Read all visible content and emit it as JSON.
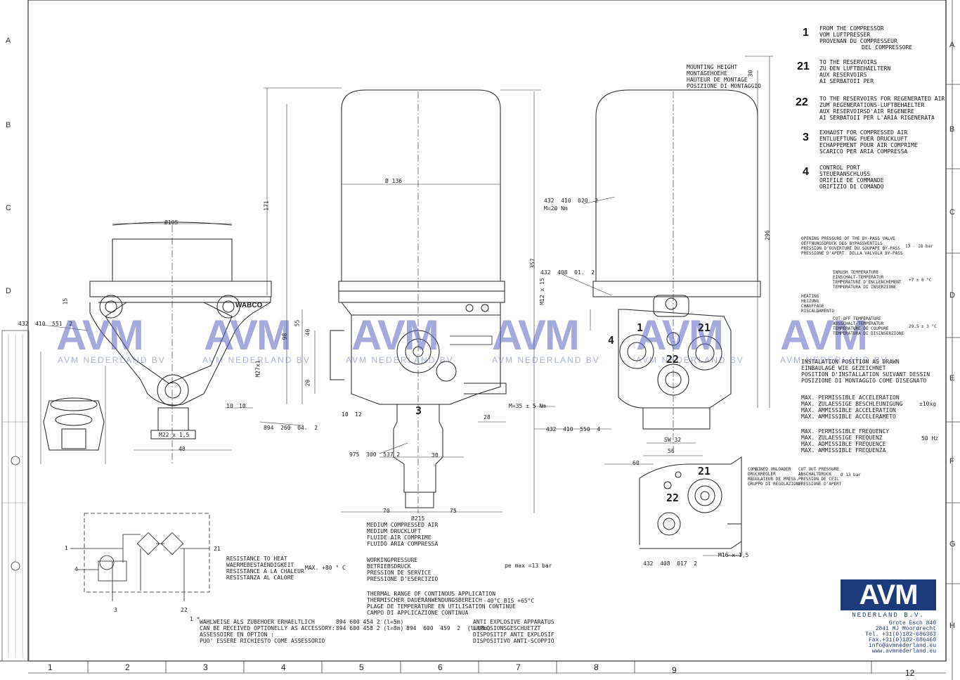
{
  "grid": {
    "rows": [
      "A",
      "B",
      "C",
      "D",
      "E",
      "F",
      "G",
      "H"
    ],
    "cols": [
      "1",
      "2",
      "3",
      "4",
      "5",
      "6",
      "7",
      "8",
      "9",
      "12"
    ]
  },
  "legend": [
    {
      "num": "1",
      "lines": [
        "FROM THE COMPRESSOR",
        "VOM LUFTPRESSER",
        "PROVENAN DU COMPRESSEUR",
        "DEL COMPRESSORE"
      ]
    },
    {
      "num": "21",
      "lines": [
        "TO THE RESERVOIRS",
        "ZU DEN LUFTBEHAELTERN",
        "AUX RESERVOIRS",
        "AI SERBATOII PER"
      ]
    },
    {
      "num": "22",
      "lines": [
        "TO THE RESERVOIRS FOR REGENERATED AIR",
        "ZUM REGENERATIONS-LUFTBEHAELTER",
        "AUX RESERVOIRSD'AIR REGENERE",
        "AI SERBATOII PER L'ARIA RIGENERATA"
      ]
    },
    {
      "num": "3",
      "lines": [
        "EXHAUST FOR COMPRESSED AIR",
        "ENTLUEFTUNG FUER DRUCKLUFT",
        "ECHAPPEMENT POUR AIR COMPRIME",
        "SCARICO PER ARIA COMPRESSA"
      ]
    },
    {
      "num": "4",
      "lines": [
        "CONTROL PORT",
        "STEUERANSCHLUSS",
        "ORIFILE DE COMMANDE",
        "ORIFIZIO DI COMANDO"
      ]
    }
  ],
  "mounting": [
    "MOUNTING HEIGHT",
    "MONTAGEHOEHE",
    "HAUTEUR DE MONTAGE",
    "POSIZIONE DI MONTAGGIO"
  ],
  "installation": [
    "INSTALATION POSITION AS DRAWN",
    "EINBAULAGE WIE GEZEICHNET",
    "POSITION D'INSTALLATION SUIVANT DESSIN",
    "POSIZIONE DI MONTAGGIO COME DISEGNATO"
  ],
  "acceleration": {
    "lines": [
      "MAX. PERMISSIBLE ACCELERATION",
      "MAX. ZULAESSIGE BESCHLEUNIGUNG",
      "MAX. AMMISSIBLE ACCELERATION",
      "MAX. AMMISSIBLE ACCELERAMETO"
    ],
    "value": "±10xg"
  },
  "frequency": {
    "lines": [
      "MAX. PERMISSIBLE FREQUENCY",
      "MAX. ZULAESSIGE FREQUENZ",
      "MAX. ADMISSIBLE FREQUENCE",
      "MAX. AMMISSIBLE FREQUENZA"
    ],
    "value": "50 Hz"
  },
  "bypass": {
    "lines": [
      "OPENING PRESSURE OF THE BY-PASS VALVE",
      "OEFFNUNGSDRUCK DES BYPASSVENTILS",
      "PRESSION D'OUVERTURE DU SOUPAPE BY-PASS",
      "PRESSIONE D'APERT. DELLA VALVOLA BY-PASS"
    ],
    "value": "13 - 18 bar"
  },
  "heating": {
    "lines": [
      "INRUSH TEMPERATURE",
      "EINSCHALT-TEMPERATUR",
      "TEMPERATURE D'ENCLENCHEMENT",
      "TEMPERATURA DI INSERZIONE"
    ],
    "value": "+7 ± 6 °C"
  },
  "cutout": {
    "lines": [
      "CUT-OFF TEMPERATURE",
      "AUSSCHALT-TEMPERATUR",
      "TEMPERATURE DE COUPURE",
      "TEMPERATURA DI DISINSERZIONE"
    ],
    "value": "29.5 ± 3 °C"
  },
  "heating_word": [
    "HEATING",
    "HEIZUNG",
    "CHAUFFAGE",
    "RISCALDAMENTO"
  ],
  "unloader": {
    "left": [
      "COMBINED UNLOADER",
      "DRUCKREGLER",
      "REGULATEUR DE PRESS.",
      "GRUPPO DI REGOLAZIONE"
    ],
    "right": [
      "CUT OUT PRESSURE",
      "ABSCHALTDRUCK",
      "PRESSION DE CEIL",
      "PRESSIONE D'APERT"
    ],
    "value": "Ø 13 bar"
  },
  "heat": {
    "lines": [
      "RESISTANCE TO HEAT",
      "WAERMEBESTAENDIGKEIT",
      "RESISTANCE A LA CHALEUR",
      "RESISTANZA AL CALORE"
    ],
    "value": "MAX. +80 ° C"
  },
  "medium": {
    "lines": [
      "MEDIUM    COMPRESSED AIR",
      "MEDIUM    DRUCKLUFT",
      "FLUIDE    AIR COMPRIME",
      "FLUIDO    ARIA COMPRESSA"
    ]
  },
  "working": {
    "lines": [
      "WORKINGPRESSURE",
      "BETRIEBSDRUCK",
      "PRESSION DE SERVICE",
      "PRESSIONE D'ESERCIZIO"
    ],
    "value": "pe max =13 bar"
  },
  "thermal": {
    "lines": [
      "THERMAL RANGE  OF CONTINOUS APPLICATION",
      "THERMISCHER DAUERANWENDUNGSBEREICH",
      "PLAGE DE TEMPERATURE EN UTILISATION CONTINUE",
      "CAMPO DI APPLICAZIONE CONTINUA"
    ],
    "value": "-40°C BIS +65°C"
  },
  "accessory": {
    "lines": [
      "WAHLWEISE ALS ZUBEHOER ERHAELTLICH",
      "CAN BE RECEIVED OPTIONELLY AS ACCESSORY:",
      "ASSESSOIRE EN OPTION :",
      "PUO' ESSERE RICHIESTO COME ASSESSORIO"
    ],
    "codes": [
      "894  600  454  2  (l=5m)",
      "894  600  458  2  (l=8m)",
      "894  600  459  2  (l=10m)"
    ],
    "explosive": [
      "ANTI EXPLOSIVE APPARATUS",
      "EXPLOSIONSGESCHUETZT",
      "DISPOSITIF ANTI EXPLOSIF",
      "DISPOSITIVO ANTI-SCOPPIO"
    ]
  },
  "parts": {
    "p1": "432  410  551  2",
    "p2": "894  260  04.  2",
    "p3": "975  300  537 2",
    "p4": "432  410  020  2",
    "p4m": "M=20 Nm",
    "p5": "432  408  01.  2",
    "p6": "432  410  550  4",
    "p7": "432  408  017  2"
  },
  "dims": {
    "d105": "Ø105",
    "d136": "Ø 136",
    "d171": "171",
    "d357": "357",
    "d296": "296",
    "d30": "30",
    "d98": "98",
    "d55": "55",
    "d40": "40",
    "d20": "20",
    "d15": "15",
    "m12": "M12 x 15",
    "m27": "M27x1",
    "m22": "M22 x 1,5",
    "m16": "M16 x 1,5",
    "m35": "M=35 ± 5 Nm",
    "d48": "48",
    "d10a": "10",
    "d10b": "10",
    "d70": "70",
    "d75": "75",
    "d28": "28",
    "d60": "60",
    "d56": "56",
    "sw32": "SW 32",
    "d215": "Ø215",
    "d30b": "30",
    "d10c": "10",
    "d12": "12"
  },
  "ports": {
    "p1": "1",
    "p21": "21",
    "p22": "22",
    "p4": "4",
    "p3": "3",
    "p21b": "21",
    "p22b": "22"
  },
  "schematic": {
    "p1": "1",
    "p4": "4",
    "p21": "21",
    "p3": "3",
    "p22": "22",
    "star": "1 *"
  },
  "brand_label": "WABCO",
  "watermark": {
    "text": "AVM",
    "sub": "AVM NEDERLAND BV"
  },
  "logo": {
    "mark": "AVM",
    "sub": "NEDERLAND B.V.",
    "lines": [
      "Grote Esch 840",
      "2841 MJ Moordrecht",
      "Tel. +31(0)182-686363",
      "Fax.+31(0)182-686460",
      "info@avmnederland.eu",
      "www.avmnederland.eu"
    ]
  }
}
